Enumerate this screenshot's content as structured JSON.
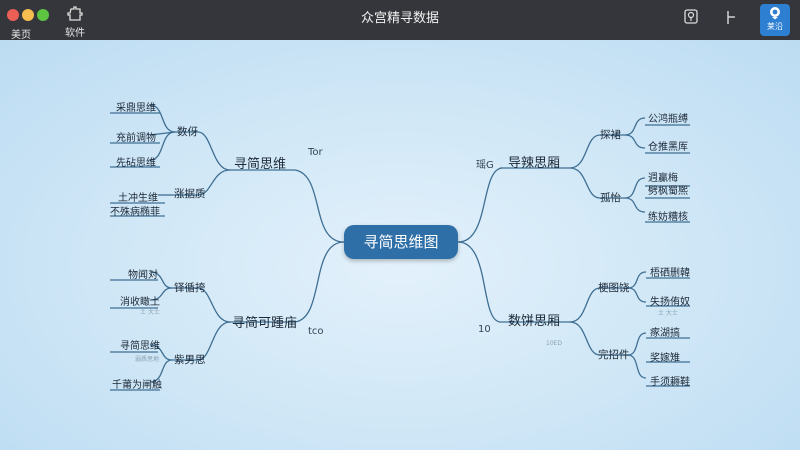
{
  "window": {
    "title": "众宫精寻数据",
    "toolbar": {
      "home_label": "美页",
      "plugin_label": "软件",
      "share_label": "莱沿"
    }
  },
  "mindmap": {
    "root": "寻简思维图",
    "branches": {
      "top_left": {
        "label": "寻简思维",
        "tag": "Tor",
        "subs": [
          {
            "label": "数伢",
            "leaves": [
              "采鼎思维",
              "充前调物",
              "先砧思维"
            ]
          },
          {
            "label": "涨据质",
            "leaves": [
              "土冲生维",
              "不殊病椭菲"
            ]
          }
        ]
      },
      "bottom_left": {
        "label": "寻简可踵庙",
        "tag": "tco",
        "subs": [
          {
            "label": "铎循挎",
            "leaves": [
              "物闻对",
              "消收瞰土"
            ],
            "note": "土 大士"
          },
          {
            "label": "紫男思",
            "leaves": [
              "寻简思维",
              "千莆为闸触"
            ],
            "note": "弱质思地"
          }
        ]
      },
      "top_right": {
        "label": "导辣思厢",
        "tag": "瑶G",
        "subs": [
          {
            "label": "探裙",
            "leaves": [
              "公鸿瓶缚",
              "仓推黑厍"
            ]
          },
          {
            "label": "孤怡",
            "leaves": [
              "週贏梅",
              "劈枫蜀熈",
              "练妨糟核"
            ]
          }
        ]
      },
      "bottom_right": {
        "label": "数饼思厢",
        "tag": "10",
        "note": "10ED",
        "subs": [
          {
            "label": "梗图饶",
            "leaves": [
              "梧硒删韓",
              "失扬侑奴"
            ],
            "note": "土 大士"
          },
          {
            "label": "完招件",
            "leaves": [
              "瘃湖搞",
              "奖嫁雉",
              "手须耨鞋"
            ]
          }
        ]
      }
    }
  }
}
